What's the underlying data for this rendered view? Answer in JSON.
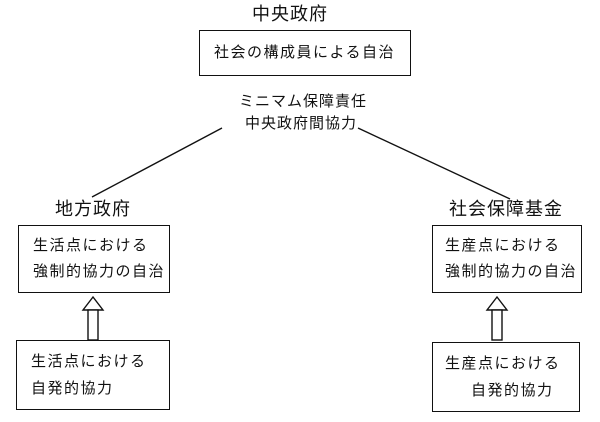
{
  "central": {
    "title": "中央政府",
    "box_text": "社会の構成員による自治"
  },
  "middle": {
    "line1": "ミニマム保障責任",
    "line2": "中央政府間協力"
  },
  "local": {
    "title": "地方政府",
    "upper": {
      "line1": "生活点における",
      "line2": "強制的協力の自治"
    },
    "lower": {
      "line1": "生活点における",
      "line2": "自発的協力"
    }
  },
  "social": {
    "title": "社会保障基金",
    "upper": {
      "line1": "生産点における",
      "line2": "強制的協力の自治"
    },
    "lower": {
      "line1": "生産点における",
      "line2": "自発的協力"
    }
  }
}
